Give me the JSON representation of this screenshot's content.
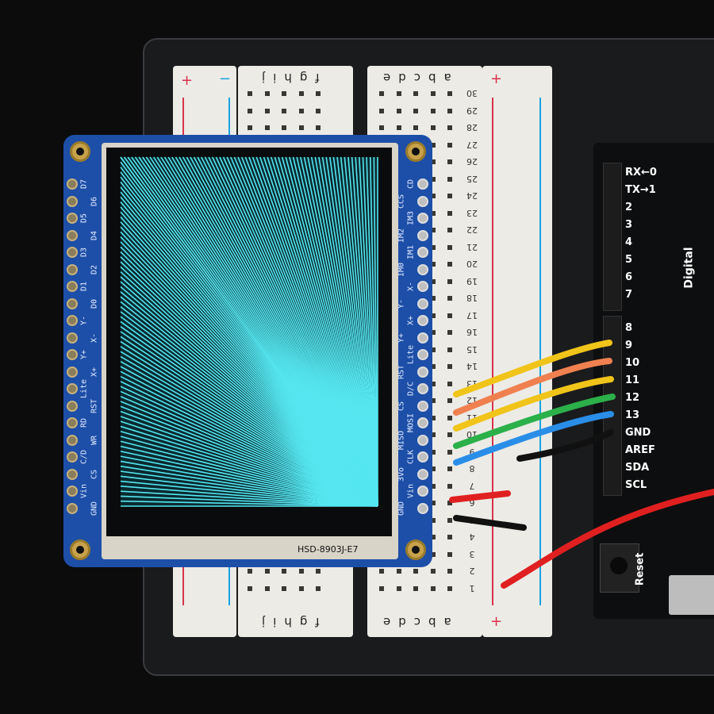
{
  "display": {
    "model_label": "HSD-8903J-E7",
    "screen_color": "#55e6f0",
    "left_pins": [
      "D7",
      "D6",
      "D5",
      "D4",
      "D3",
      "D2",
      "D1",
      "D0",
      "Y-",
      "X-",
      "Y+",
      "X+",
      "Lite",
      "RST",
      "RD",
      "WR",
      "C/D",
      "CS",
      "Vin",
      "GND"
    ],
    "right_pins": [
      "CD",
      "CCS",
      "IM3",
      "IM2",
      "IM1",
      "IM0",
      "X-",
      "Y-",
      "X+",
      "Y+",
      "Lite",
      "RST",
      "D/C",
      "CS",
      "MOSI",
      "MISO",
      "CLK",
      "3Vo",
      "Vin",
      "GND"
    ]
  },
  "breadboard": {
    "rows": [
      "30",
      "29",
      "28",
      "27",
      "26",
      "25",
      "24",
      "23",
      "22",
      "21",
      "20",
      "19",
      "18",
      "17",
      "16",
      "15",
      "14",
      "13",
      "12",
      "11",
      "10",
      "9",
      "8",
      "7",
      "6",
      "5",
      "4",
      "3",
      "2",
      "1"
    ],
    "left_columns": "fghij",
    "right_columns": "abcde",
    "rail_plus": "+",
    "rail_minus": "−"
  },
  "arduino": {
    "pins": [
      "RX←0",
      "TX→1",
      "2",
      "3",
      "4",
      "5",
      "6",
      "7",
      "8",
      "9",
      "10",
      "11",
      "12",
      "13",
      "GND",
      "AREF",
      "SDA",
      "SCL"
    ],
    "digital_label": "Digital",
    "reset_label": "Reset"
  },
  "wires": [
    {
      "color": "#f0c419"
    },
    {
      "color": "#f08050"
    },
    {
      "color": "#f0c419"
    },
    {
      "color": "#2bb04a"
    },
    {
      "color": "#2a8ee8"
    },
    {
      "color": "#111111"
    },
    {
      "color": "#e02020"
    },
    {
      "color": "#111111"
    },
    {
      "color": "#e02020"
    }
  ]
}
